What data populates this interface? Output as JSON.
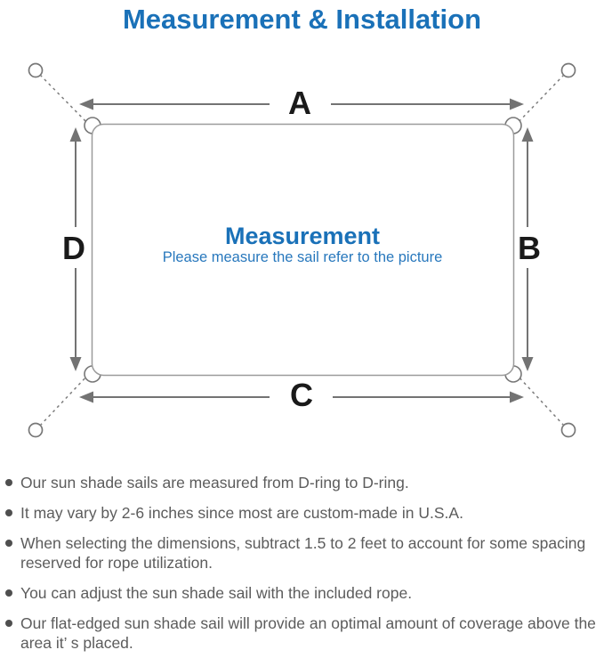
{
  "header": {
    "title": "Measurement & Installation"
  },
  "diagram": {
    "labels": {
      "top": "A",
      "right": "B",
      "bottom": "C",
      "left": "D"
    },
    "center_title": "Measurement",
    "center_subtitle": "Please measure the sail refer to the picture",
    "colors": {
      "title_blue": "#1a71b8",
      "subtitle_blue": "#2878bd",
      "outline_gray": "#9b9b9b",
      "rope_gray": "#7d7d7d",
      "arrow_gray": "#737373",
      "label_black": "#1a1a1a",
      "note_gray": "#5c5c5c"
    }
  },
  "notes": {
    "items": [
      {
        "text": "Our sun shade sails are measured from D-ring to D-ring."
      },
      {
        "text": "It may vary by 2-6 inches since most are custom-made in U.S.A."
      },
      {
        "text": "When selecting the dimensions, subtract 1.5 to 2 feet to account for some spacing reserved for rope utilization."
      },
      {
        "text": "You can adjust the sun shade sail with the included rope."
      },
      {
        "text": "Our flat-edged sun shade sail will provide an optimal amount of coverage above the area it’ s placed."
      }
    ]
  }
}
